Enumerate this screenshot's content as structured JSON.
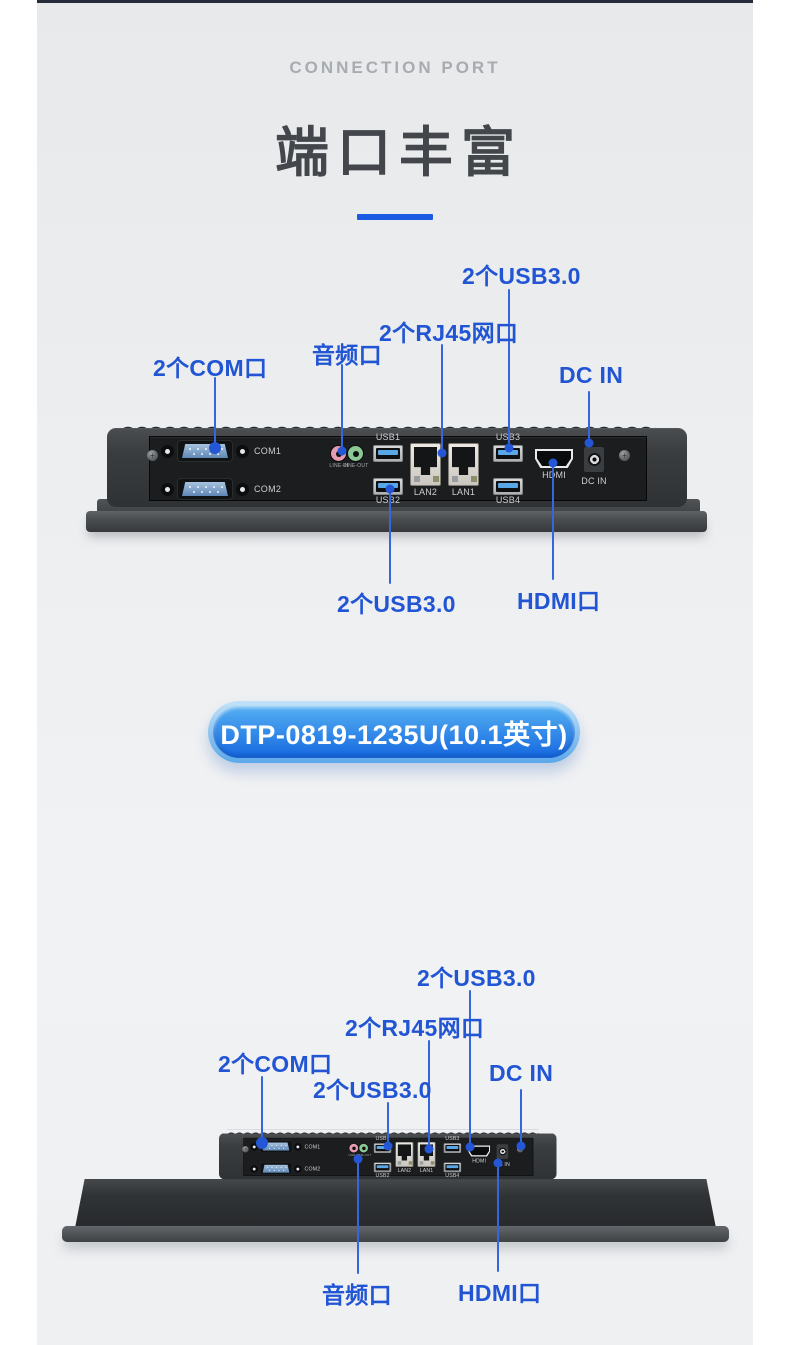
{
  "header": {
    "eyebrow": "CONNECTION PORT",
    "title": "端口丰富"
  },
  "badge": {
    "label": "DTP-0819-1235U(10.1英寸)"
  },
  "ports": {
    "com1": "COM1",
    "com2": "COM2",
    "line_in": "LINE-IN",
    "line_out": "LINE-OUT",
    "usb1": "USB1",
    "usb2": "USB2",
    "lan1": "LAN1",
    "lan2": "LAN2",
    "usb3": "USB3",
    "usb4": "USB4",
    "hdmi": "HDMI",
    "dc_in": "DC IN"
  },
  "device1": {
    "callouts": {
      "usb_top": "2个USB3.0",
      "rj45": "2个RJ45网口",
      "audio": "音频口",
      "com": "2个COM口",
      "dc_in": "DC IN",
      "usb_bottom": "2个USB3.0",
      "hdmi": "HDMI口"
    }
  },
  "device2": {
    "callouts": {
      "usb_top": "2个USB3.0",
      "rj45": "2个RJ45网口",
      "com": "2个COM口",
      "usb_mid": "2个USB3.0",
      "dc_in": "DC IN",
      "audio": "音频口",
      "hdmi": "HDMI口"
    }
  },
  "colors": {
    "accent_text": "#2155d4",
    "leader_line": "#3566dd",
    "underline": "#1b5ae3",
    "badge_gradient_top": "#55b0f2",
    "badge_gradient_bottom": "#1668e0",
    "top_strip": "#262b39"
  }
}
